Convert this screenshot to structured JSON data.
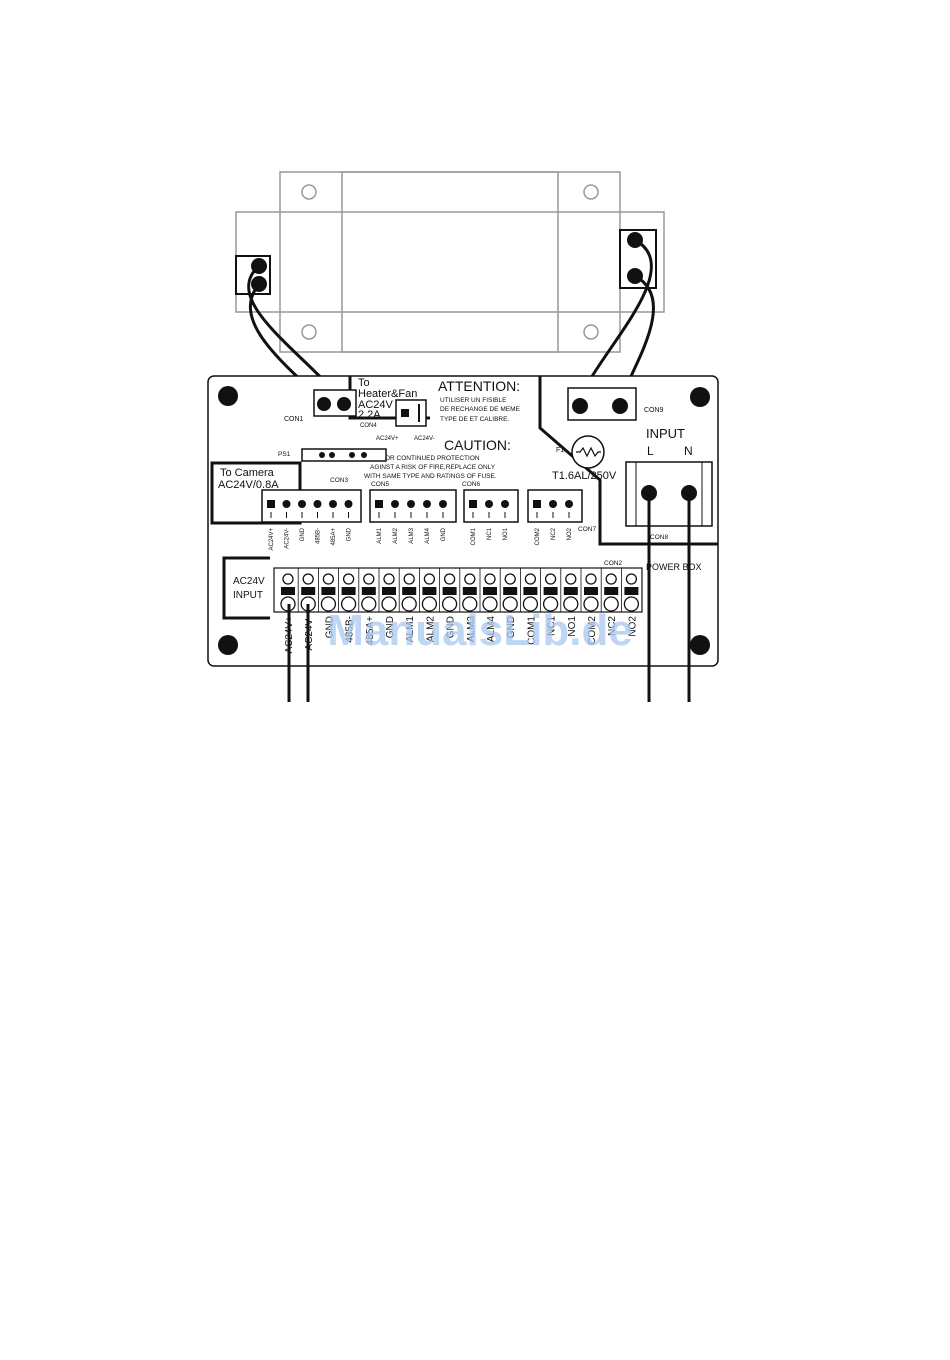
{
  "labels": {
    "to_heater": "To",
    "to_heater_2": "Heater&Fan",
    "heater_spec_v": "AC24V",
    "heater_spec_a": "2.2A",
    "con1": "CON1",
    "con4": "CON4",
    "ac24v_plus": "AC24V+",
    "ac24v_minus": "AC24V-",
    "attention": "ATTENTION:",
    "attention_l1": "UTILISER UN FISIBLE",
    "attention_l2": "DE RECHANGE DE MEME",
    "attention_l3": "TYPE DE ET CALIBRE.",
    "caution": "CAUTION:",
    "caution_l1": "FOR CONTINUED PROTECTION",
    "caution_l2": "AGINST A RISK OF FIRE,REPLACE ONLY",
    "caution_l3": "WITH SAME TYPE AND RATINGS OF FUSE.",
    "ps1": "PS1",
    "con9": "CON9",
    "f1": "F1",
    "fuse_rating": "T1.6AL/250V",
    "input": "INPUT",
    "l": "L",
    "n": "N",
    "con8": "CON8",
    "power_box": "POWER BOX",
    "to_camera": "To Camera",
    "camera_spec": "AC24V/0.8A",
    "con3": "CON3",
    "con5": "CON5",
    "con6": "CON6",
    "con7": "CON7",
    "con2": "CON2",
    "ac24v_input_1": "AC24V",
    "ac24v_input_2": "INPUT",
    "watermark": "ManualsLib.de"
  },
  "con3_pins": [
    "AC24V+",
    "AC24V-",
    "GND",
    "485B-",
    "485A+",
    "GND"
  ],
  "con5_pins": [
    "ALM1",
    "ALM2",
    "ALM3",
    "ALM4",
    "GND"
  ],
  "con6_pins": [
    "COM1",
    "NC1",
    "NO1"
  ],
  "con7_pins": [
    "COM2",
    "NC2",
    "NO2"
  ],
  "con2_pins": [
    "AC24V+",
    "AC24V-",
    "GND",
    "485B-",
    "485A+",
    "GND",
    "ALM1",
    "ALM2",
    "GND",
    "ALM3",
    "ALM4",
    "GND",
    "COM1",
    "NC1",
    "NO1",
    "COM2",
    "NC2",
    "NO2"
  ]
}
